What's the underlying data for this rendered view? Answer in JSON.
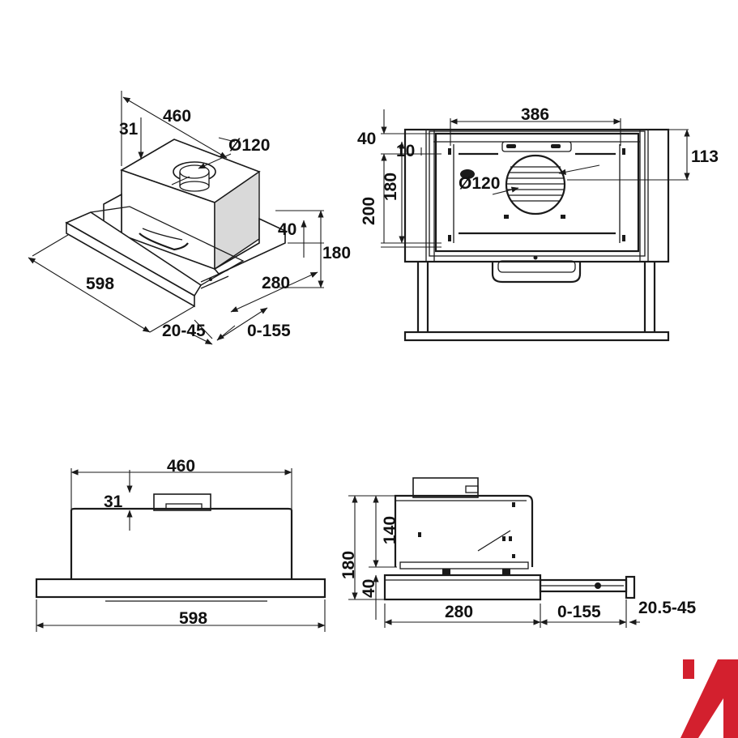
{
  "views": {
    "perspective": {
      "dims": {
        "width_top": "460",
        "offset": "31",
        "diameter": "Ø120",
        "height_front": "40",
        "height_total": "180",
        "width_total": "598",
        "depth": "280",
        "panel_range": "20-45",
        "slide_range": "0-155"
      }
    },
    "front": {
      "dims": {
        "width_inner": "386",
        "top_offset": "40",
        "small_offset": "10",
        "height_180": "180",
        "height_200": "200",
        "diameter": "Ø120",
        "side_113": "113"
      }
    },
    "bottom_front": {
      "dims": {
        "width_top": "460",
        "offset": "31",
        "width_total": "598"
      }
    },
    "side": {
      "dims": {
        "height_140": "140",
        "height_180": "180",
        "height_40": "40",
        "depth": "280",
        "slide_range": "0-155",
        "panel_range": "20.5-45"
      }
    }
  },
  "brand": {
    "color": "#d3202e"
  },
  "colors": {
    "line": "#1a1a1a",
    "background": "#ffffff"
  }
}
